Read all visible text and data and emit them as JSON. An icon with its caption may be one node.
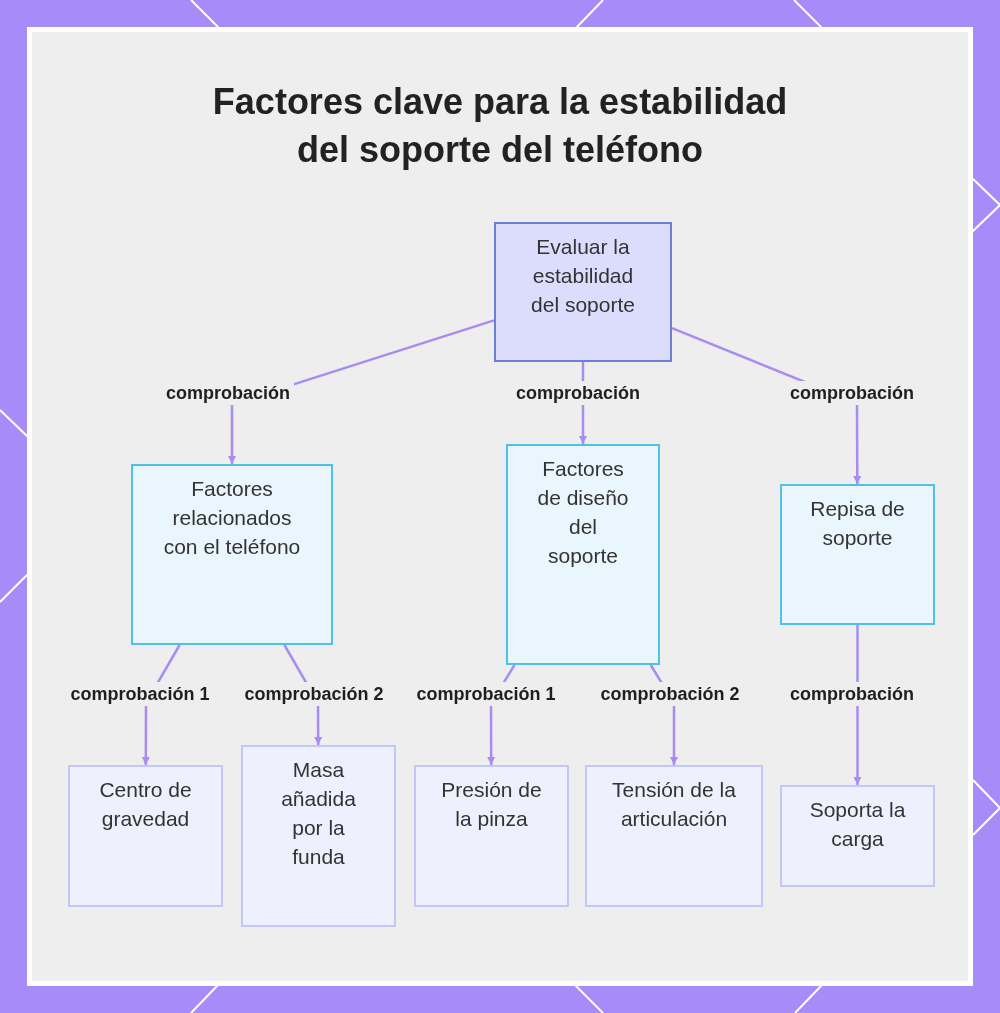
{
  "diagram": {
    "title": "Factores clave para la estabilidad del soporte del teléfono",
    "nodes": [
      {
        "text": [
          "Evaluar la estabilidad del soporte"
        ]
      },
      {
        "text": [
          "Factores relacionados con el teléfono"
        ]
      },
      {
        "text": [
          "Factores de diseño del soporte"
        ]
      },
      {
        "text": [
          "Repisa de soporte"
        ]
      },
      {
        "text": [
          "Centro de gravedad"
        ]
      },
      {
        "text": [
          "Masa añadida por la funda"
        ]
      },
      {
        "text": [
          "Presión de la pinza"
        ]
      },
      {
        "text": [
          "Tensión de la articulación"
        ]
      },
      {
        "text": [
          "Soporta la carga"
        ]
      }
    ],
    "edges": [
      {
        "from": 0,
        "to": 1,
        "arrow": "to",
        "label": "comprobación"
      },
      {
        "from": 0,
        "to": 2,
        "arrow": "to",
        "label": "comprobación"
      },
      {
        "from": 0,
        "to": 3,
        "arrow": "to",
        "label": "comprobación"
      },
      {
        "from": 1,
        "to": 4,
        "arrow": "to",
        "label": "comprobación 1"
      },
      {
        "from": 1,
        "to": 5,
        "arrow": "to",
        "label": "comprobación 2"
      },
      {
        "from": 2,
        "to": 6,
        "arrow": "to",
        "label": "comprobación 1"
      },
      {
        "from": 2,
        "to": 7,
        "arrow": "to",
        "label": "comprobación 2"
      },
      {
        "from": 3,
        "to": 8,
        "arrow": "to",
        "label": "comprobación"
      }
    ]
  }
}
